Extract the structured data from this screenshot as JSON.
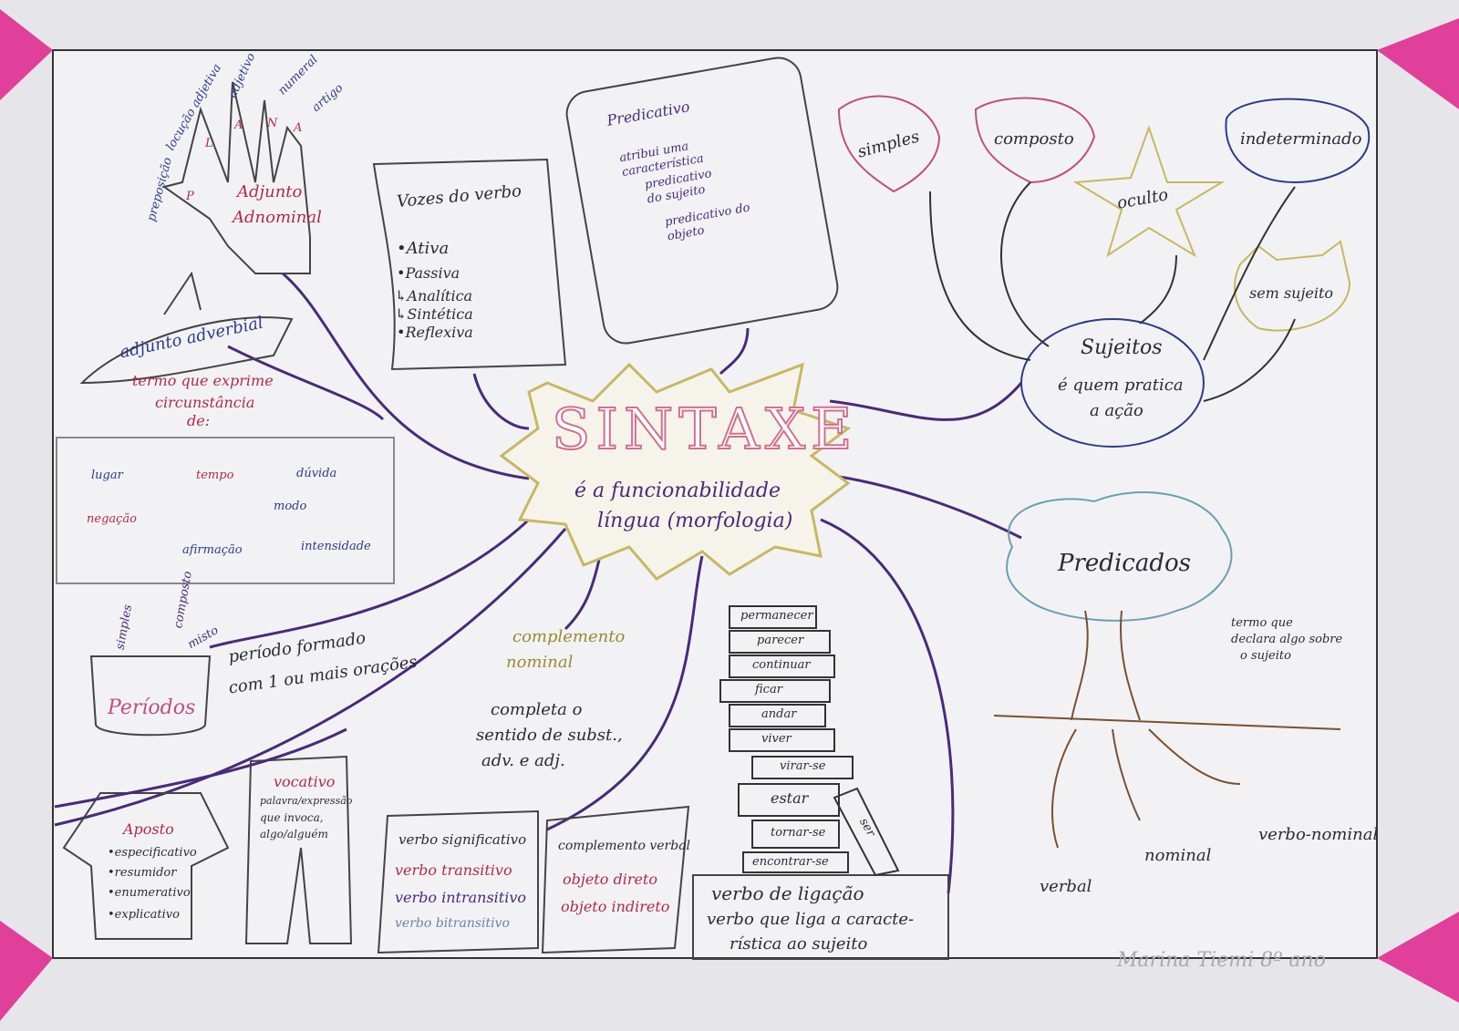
{
  "center": {
    "title": "SINTAXE",
    "subtitle_line1": "é a funcionabilidade",
    "subtitle_line2": "língua (morfologia)"
  },
  "adjunto_adnominal": {
    "title_line1": "Adjunto",
    "title_line2": "Adnominal",
    "fingers": [
      "preposição",
      "locução adjetiva",
      "adjetivo",
      "numeral",
      "artigo"
    ],
    "letters": [
      "P",
      "L",
      "A",
      "N",
      "A"
    ]
  },
  "adjunto_adverbial": {
    "title": "adjunto adverbial",
    "desc_line1": "termo que exprime",
    "desc_line2": "circunstância",
    "desc_line3": "de:",
    "fish": [
      "lugar",
      "tempo",
      "dúvida",
      "negação",
      "modo",
      "afirmação",
      "intensidade"
    ]
  },
  "vozes": {
    "title": "Vozes do verbo",
    "items": [
      "•Ativa",
      "•Passiva",
      "↳Analítica",
      "↳Sintética",
      "•Reflexiva"
    ]
  },
  "predicativo": {
    "title": "Predicativo",
    "bubbles": [
      "atribui uma característica",
      "predicativo do sujeito",
      "predicativo do objeto"
    ]
  },
  "sujeitos": {
    "title": "Sujeitos",
    "desc_line1": "é quem pratica",
    "desc_line2": "a ação",
    "types": [
      "simples",
      "composto",
      "oculto",
      "indeterminado",
      "sem sujeito"
    ]
  },
  "predicados": {
    "title": "Predicados",
    "desc_line1": "termo que",
    "desc_line2": "declara algo sobre",
    "desc_line3": "o sujeito",
    "types": [
      "verbal",
      "nominal",
      "verbo-nominal"
    ]
  },
  "periodos": {
    "title": "Períodos",
    "types": [
      "simples",
      "composto",
      "misto"
    ],
    "desc_line1": "período formado",
    "desc_line2": "com 1 ou mais orações"
  },
  "complemento_nominal": {
    "title_line1": "complemento",
    "title_line2": "nominal",
    "desc_line1": "completa o",
    "desc_line2": "sentido de subst.,",
    "desc_line3": "adv. e adj."
  },
  "aposto": {
    "title": "Aposto",
    "items": [
      "•especificativo",
      "•resumidor",
      "•enumerativo",
      "•explicativo"
    ]
  },
  "vocativo": {
    "title": "vocativo",
    "desc_line1": "palavra/expressão",
    "desc_line2": "que invoca,",
    "desc_line3": "algo/alguém"
  },
  "verbo_significativo": {
    "items": [
      "verbo significativo",
      "verbo transitivo",
      "verbo intransitivo",
      "verbo bitransitivo"
    ]
  },
  "complemento_verbal": {
    "items": [
      "complemento verbal",
      "objeto direto",
      "objeto indireto"
    ]
  },
  "verbos_ligacao_books": [
    "permanecer",
    "parecer",
    "continuar",
    "ficar",
    "andar",
    "viver",
    "virar-se",
    "estar",
    "tornar-se",
    "encontrar-se",
    "ser"
  ],
  "verbo_ligacao": {
    "title": "verbo de ligação",
    "desc_line1": "verbo que liga a caracte-",
    "desc_line2": "rística ao sujeito"
  },
  "signature": "Marina Tiemi 8º ano",
  "colors": {
    "frame": "#e0409a",
    "branch": "#4a2a7a",
    "star": "#c8b860",
    "title": "#d07090"
  }
}
